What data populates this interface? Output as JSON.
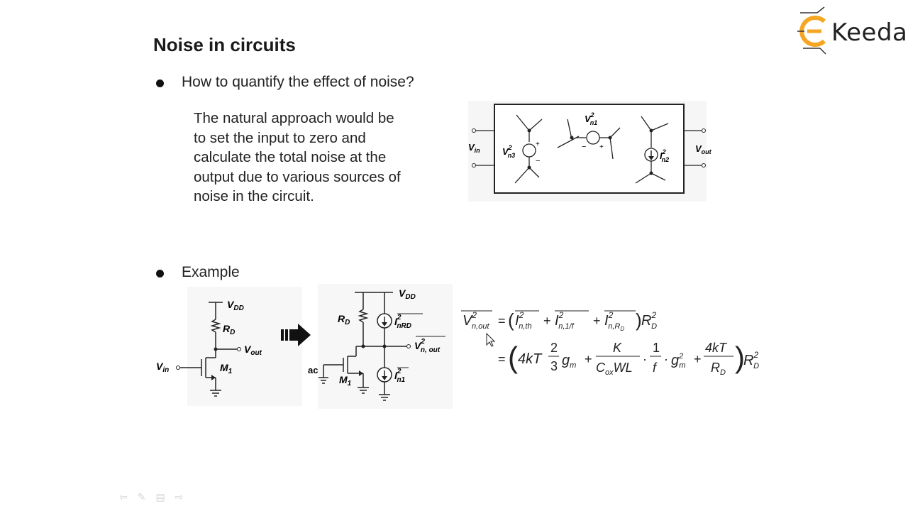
{
  "slide": {
    "title": "Noise in circuits",
    "bullet1": "How to quantify the effect of noise?",
    "paragraph": [
      "The natural approach would be",
      "to set the input to zero and",
      "calculate the total noise at the",
      "output due to various sources of",
      "noise in the circuit."
    ],
    "bullet2": "Example"
  },
  "logo": {
    "text": "Keeda",
    "accent_color": "#f5a623"
  },
  "diagram1": {
    "vin": "V",
    "vin_sub": "in",
    "vout": "V",
    "vout_sub": "out",
    "src_n1": "V",
    "src_n1_sup": "2",
    "src_n1_sub": "n1",
    "src_n3": "V",
    "src_n3_sup": "2",
    "src_n3_sub": "n3",
    "src_n2": "I",
    "src_n2_sup": "2",
    "src_n2_sub": "n2"
  },
  "circuit1": {
    "vdd": "V",
    "vdd_sub": "DD",
    "rd": "R",
    "rd_sub": "D",
    "vout": "V",
    "vout_sub": "out",
    "vin": "V",
    "vin_sub": "in",
    "m1": "M",
    "m1_sub": "1"
  },
  "circuit2": {
    "vdd": "V",
    "vdd_sub": "DD",
    "rd": "R",
    "rd_sub": "D",
    "i_rd": "I",
    "i_rd_sup": "2",
    "i_rd_sub": "nRD",
    "vnout": "V",
    "vnout_sup": "2",
    "vnout_sub": "n, out",
    "ac": "ac",
    "m1": "M",
    "m1_sub": "1",
    "i_n1": "I",
    "i_n1_sup": "2",
    "i_n1_sub": "n1"
  },
  "equation": {
    "lhs": "V",
    "lhs_sup": "2",
    "lhs_sub": "n,out",
    "eq": "=",
    "t1": "I",
    "t1_sup": "2",
    "t1_sub": "n,th",
    "t2": "I",
    "t2_sup": "2",
    "t2_sub": "n,1/f",
    "t3": "I",
    "t3_sup": "2",
    "t3_sub": "n,R",
    "t3_subsub": "D",
    "plus": "+",
    "rd2": "R",
    "rd2_sup": "2",
    "rd2_sub": "D",
    "l2_4kT": "4kT",
    "frac1_num": "2",
    "frac1_den": "3",
    "gm": "g",
    "gm_sub": "m",
    "k": "K",
    "cox": "C",
    "cox_sub": "ox",
    "wl": "WL",
    "one": "1",
    "f": "f",
    "gm2": "g",
    "gm2_sup": "2",
    "gm2_sub": "m",
    "frac3_num": "4kT",
    "frac3_den": "R",
    "frac3_den_sub": "D",
    "dot": "·"
  },
  "toolbar": {
    "icons": [
      "back-arrow-icon",
      "pen-icon",
      "menu-icon",
      "forward-arrow-icon"
    ]
  }
}
